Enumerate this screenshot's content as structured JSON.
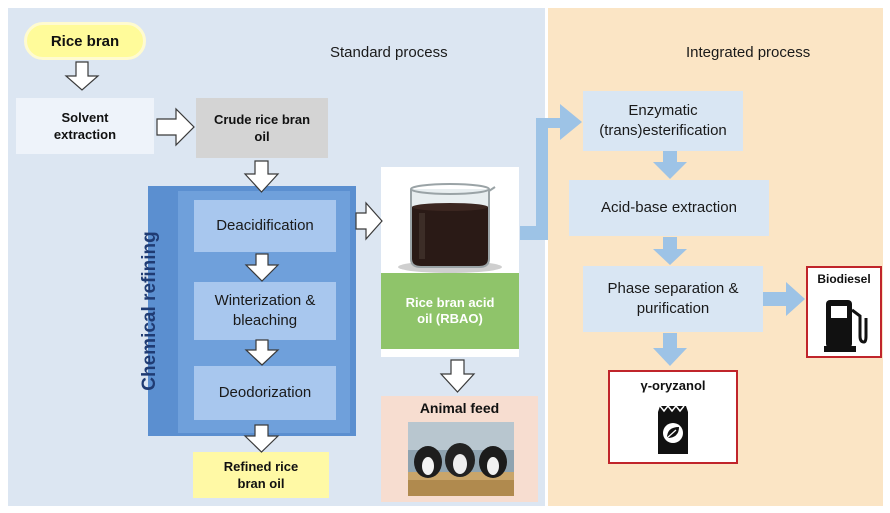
{
  "sections": {
    "standard": "Standard process",
    "integrated": "Integrated process"
  },
  "standard": {
    "rice_bran": "Rice bran",
    "solvent_extraction": "Solvent extraction",
    "crude_oil": "Crude rice bran oil",
    "refining_label": "Chemical refining",
    "steps": [
      "Deacidification",
      "Winterization & bleaching",
      "Deodorization"
    ],
    "refined_oil": "Refined rice bran oil",
    "rbao": "Rice bran acid oil (RBAO)",
    "animal_feed": "Animal feed"
  },
  "integrated": {
    "steps": [
      "Enzymatic (trans)esterification",
      "Acid-base extraction",
      "Phase separation & purification"
    ],
    "biodiesel": "Biodiesel",
    "oryzanol": "γ-oryzanol"
  },
  "colors": {
    "standard_bg": "#dce6f2",
    "integrated_bg": "#fbe5c5",
    "refining_blue": "#5b8fd0",
    "arrow_blue": "#9dc3e6",
    "rbao_green": "#8fc46a",
    "product_border": "#c0252b"
  }
}
